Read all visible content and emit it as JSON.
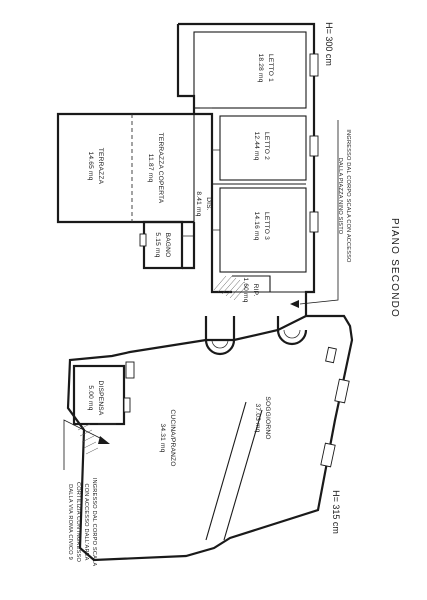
{
  "plan": {
    "title": "PIANO SECONDO",
    "height_top": "H= 300 cm",
    "height_bottom": "H= 315 cm"
  },
  "rooms": {
    "letto1": {
      "name": "LETTO 1",
      "area": "18.28 mq"
    },
    "letto2": {
      "name": "LETTO 2",
      "area": "12.44 mq"
    },
    "letto3": {
      "name": "LETTO 3",
      "area": "14.16 mq"
    },
    "terrazza": {
      "name": "TERRAZZA",
      "area": "14.65 mq"
    },
    "terrazza_coperta": {
      "name": "TERRAZZA COPERTA",
      "area": "11.87 mq"
    },
    "dis": {
      "name": "DIS.",
      "area": "8.41 mq"
    },
    "bagno": {
      "name": "BAGNO",
      "area": "5.15 mq"
    },
    "rip": {
      "name": "RIP.",
      "area": "1.60 mq"
    },
    "soggiorno": {
      "name": "SOGGIORNO",
      "area": "37.03 mq"
    },
    "cucina": {
      "name": "CUCINA/PRANZO",
      "area": "34.31 mq"
    },
    "dispensa": {
      "name": "DISPENSA",
      "area": "5.00 mq"
    }
  },
  "notes": {
    "entrance_top": [
      "INGRESSO DAL CORPO SCALA CON ACCESSO",
      "DALLA PIAZZA NINO SISTO"
    ],
    "entrance_bottom": [
      "INGRESSO DAL CORPO SCALA",
      "CON ACCESSO DALL'AREA",
      "CORTILIZIA CON INGRESSO",
      "DALLA VIA ROMA CIVICO 9"
    ]
  }
}
